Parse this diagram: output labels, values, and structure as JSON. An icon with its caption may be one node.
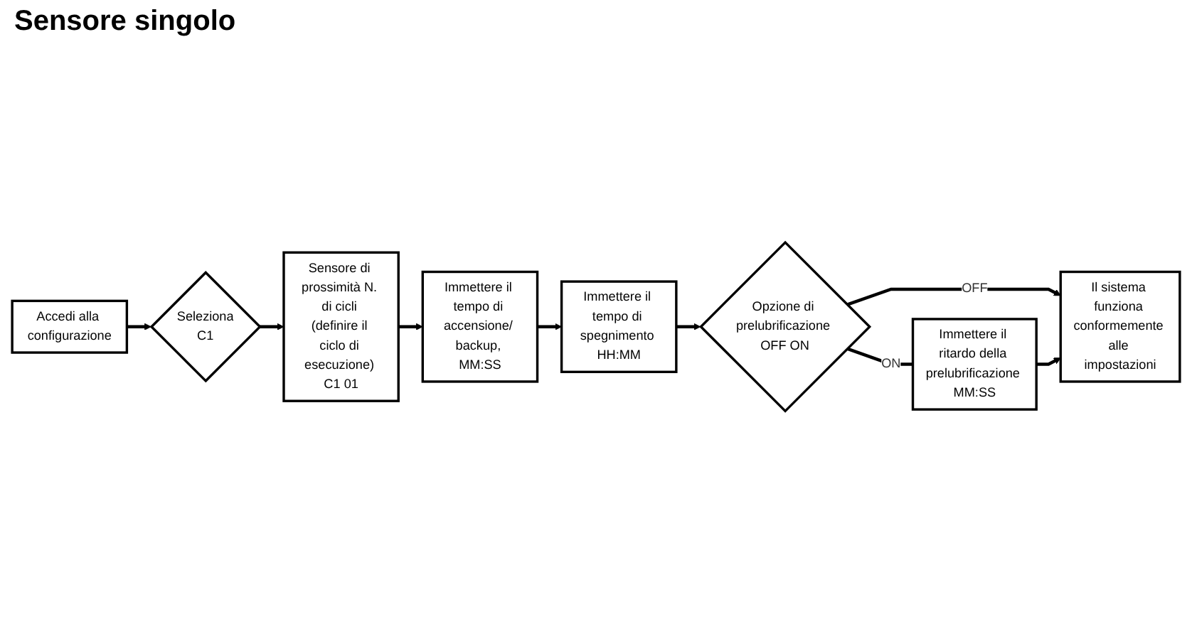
{
  "diagram": {
    "title": "Sensore singolo",
    "nodes": [
      {
        "text": [
          "Accedi alla configurazione"
        ]
      },
      {
        "text": [
          "Seleziona",
          "C1"
        ]
      },
      {
        "text": [
          "Sensore di prossimità N. di cicli (definire il ciclo di esecuzione) C1 01"
        ]
      },
      {
        "text": [
          "Immettere il tempo di accensione/ backup, MM:SS"
        ]
      },
      {
        "text": [
          "Immettere il tempo di spegnimento HH:MM"
        ]
      },
      {
        "text": [
          "Opzione di prelubrificazione OFF ON"
        ]
      },
      {
        "text": [
          "Il sistema funziona conformemente alle impostazioni"
        ]
      },
      {
        "text": [
          "Immettere il ritardo della prelubrificazione MM:SS"
        ]
      }
    ],
    "edges": [
      {
        "from": 0,
        "to": 1,
        "arrow": "to"
      },
      {
        "from": 1,
        "to": 2,
        "arrow": "to"
      },
      {
        "from": 2,
        "to": 3,
        "arrow": "to"
      },
      {
        "from": 3,
        "to": 4,
        "arrow": "to"
      },
      {
        "from": 4,
        "to": 5,
        "arrow": "to"
      },
      {
        "from": 5,
        "to": 6,
        "label": "OFF",
        "arrow": "to"
      },
      {
        "from": 5,
        "to": 7,
        "label": "ON",
        "arrow": "none"
      },
      {
        "from": 7,
        "to": 6,
        "arrow": "to"
      }
    ]
  }
}
